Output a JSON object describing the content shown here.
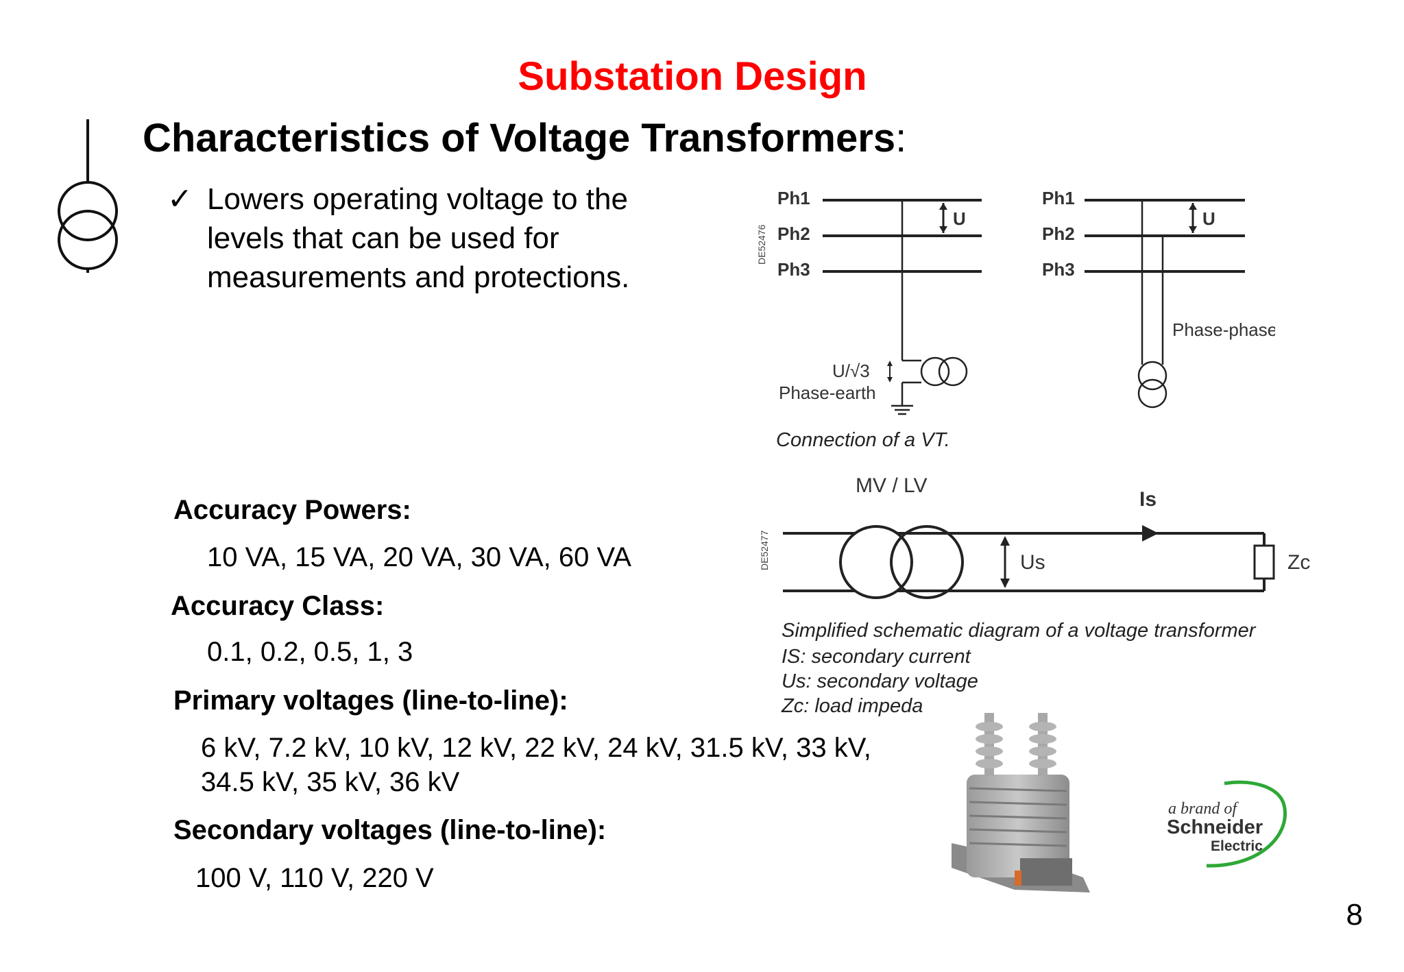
{
  "slide": {
    "title": "Substation Design",
    "heading": "Characteristics of Voltage Transformers",
    "heading_colon": ":",
    "bullet_mark": "✓",
    "bullet_text": "Lowers operating voltage to the levels that can be used for measurements and protections.",
    "page_number": "8"
  },
  "specs": {
    "accuracy_powers_label": "Accuracy Powers:",
    "accuracy_powers_value": "10 VA, 15 VA, 20 VA, 30 VA, 60 VA",
    "accuracy_class_label": "Accuracy Class:",
    "accuracy_class_value": "0.1, 0.2, 0.5, 1, 3",
    "primary_label": "Primary voltages (line-to-line):",
    "primary_value_line1": "6 kV, 7.2 kV, 10 kV, 12 kV, 22 kV, 24 kV, 31.5 kV, 33 kV,",
    "primary_value_line2": "34.5 kV, 35 kV, 36 kV",
    "secondary_label": "Secondary voltages (line-to-line):",
    "secondary_value": "100 V, 110 V, 220 V"
  },
  "connection_diagram": {
    "code": "DE52476",
    "phase_labels": [
      "Ph1",
      "Ph2",
      "Ph3"
    ],
    "u_label": "U",
    "u_root3_label": "U/√3",
    "phase_earth_label": "Phase-earth",
    "phase_phase_label": "Phase-phase",
    "caption": "Connection of a VT."
  },
  "schematic_diagram": {
    "code": "DE52477",
    "mv_lv_label": "MV / LV",
    "is_label": "Is",
    "us_label": "Us",
    "zc_label": "Zc",
    "caption_lines": [
      "Simplified schematic diagram of a voltage transformer",
      "IS: secondary current",
      "Us: secondary voltage",
      "Zc: load impeda"
    ]
  },
  "brand": {
    "tagline": "a brand of",
    "name": "Schneider",
    "sub": "Electric",
    "accent_color": "#2ea836"
  },
  "colors": {
    "title": "#ff0000",
    "text": "#000000",
    "diagram": "#222222"
  }
}
